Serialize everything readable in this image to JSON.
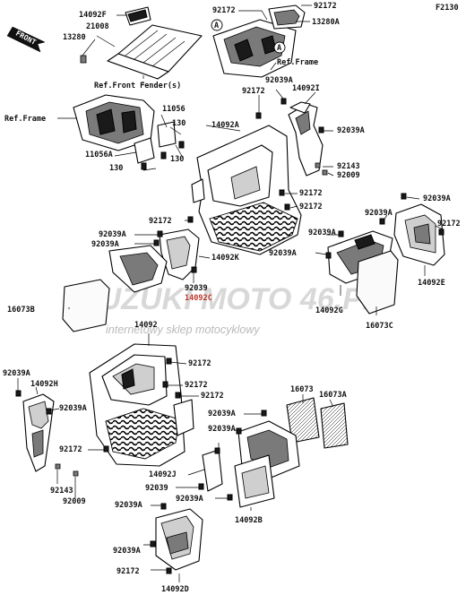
{
  "diagram_id": "F2130",
  "front_label": "FRONT",
  "watermark": {
    "main": "SUZUKI MOTO 46.PL",
    "sub": "internetowy sklep motocyklowy"
  },
  "ref_labels": {
    "front_fender": "Ref.Front Fender(s)",
    "frame_left": "Ref.Frame",
    "frame_right": "Ref.Frame"
  },
  "callout_marker": "A",
  "part_numbers": {
    "p14092F": "14092F",
    "p21008": "21008",
    "p13280": "13280",
    "p92172_top_a": "92172",
    "p92172_top_b": "92172",
    "p13280A": "13280A",
    "p92039A_top": "92039A",
    "p92172_mid": "92172",
    "p14092I": "14092I",
    "p11056": "11056",
    "p130_a": "130",
    "p14092A": "14092A",
    "p92039A_r1": "92039A",
    "p11056A": "11056A",
    "p130_b": "130",
    "p130_c": "130",
    "p92143_a": "92143",
    "p92009_a": "92009",
    "p92172_c1": "92172",
    "p92172_c2": "92172",
    "p92039A_r2": "92039A",
    "p92172_r2": "92172",
    "p92172_l1": "92172",
    "p92039A_l1": "92039A",
    "p92039A_l2": "92039A",
    "p92039A_c3": "92039A",
    "p92039A_c4": "92039A",
    "p14092K": "14092K",
    "p92039": "92039",
    "p14092C": "14092C",
    "p14092E": "14092E",
    "p16073B": "16073B",
    "p14092G": "14092G",
    "p16073C": "16073C",
    "p14092": "14092",
    "p92039A_h": "92039A",
    "p92172_b1": "92172",
    "p14092H": "14092H",
    "p92172_b2": "92172",
    "p92172_b3": "92172",
    "p92039A_h2": "92039A",
    "p16073": "16073",
    "p16073A": "16073A",
    "p92039A_b4": "92039A",
    "p92172_b4": "92172",
    "p92039A_b5": "92039A",
    "p92143_b": "92143",
    "p92009_b": "92009",
    "p14092J": "14092J",
    "p92039_b": "92039",
    "p92039A_b6": "92039A",
    "p14092B": "14092B",
    "p92039A_b7": "92039A",
    "p92039A_b8": "92039A",
    "p92172_b5": "92172",
    "p14092D": "14092D"
  }
}
